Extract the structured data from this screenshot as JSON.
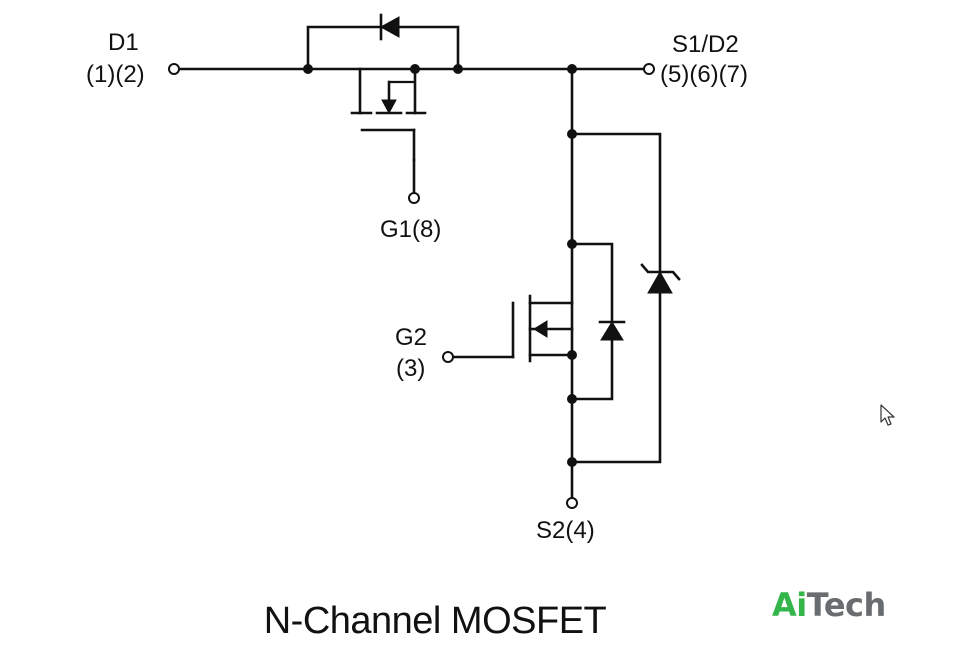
{
  "terminals": {
    "d1_name": "D1",
    "d1_pins": "(1)(2)",
    "s1d2_name": "S1/D2",
    "s1d2_pins": "(5)(6)(7)",
    "g1": "G1(8)",
    "g2_name": "G2",
    "g2_pins": "(3)",
    "s2": "S2(4)"
  },
  "caption": "N-Channel MOSFET",
  "logo": {
    "ai": "Ai",
    "tech": "Tech"
  },
  "colors": {
    "line": "#111111",
    "logo_green": "#34b54a",
    "logo_gray": "#6a6d70"
  },
  "cursor_icon": "arrow-pointer-icon"
}
